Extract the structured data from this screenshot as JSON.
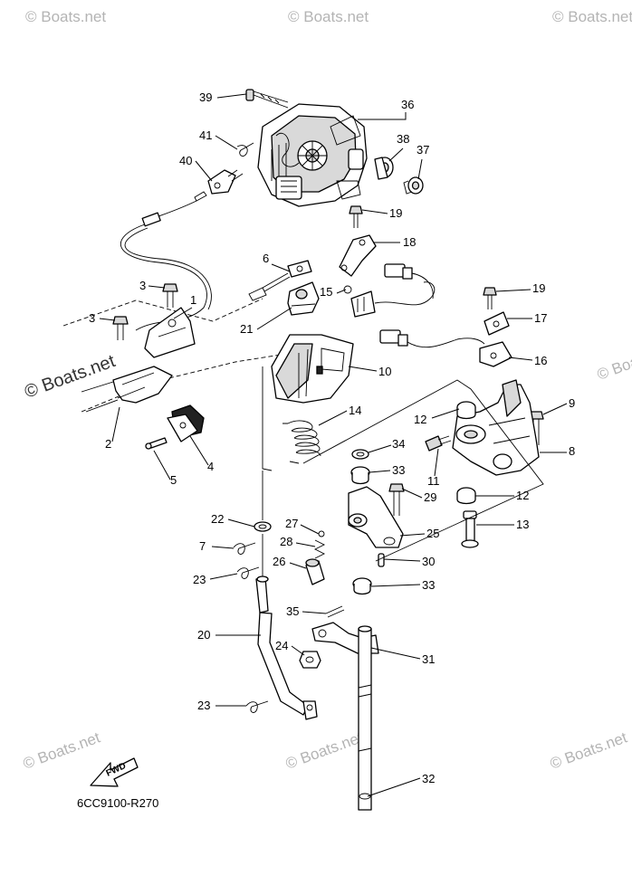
{
  "diagram": {
    "drawing_code": "6CC9100-R270",
    "fwd_label": "FWD",
    "watermarks": {
      "text": "© Boats.net",
      "center_text": "© Boats.net"
    },
    "callouts": [
      {
        "label": "39"
      },
      {
        "label": "36"
      },
      {
        "label": "41"
      },
      {
        "label": "38"
      },
      {
        "label": "37"
      },
      {
        "label": "40"
      },
      {
        "label": "19"
      },
      {
        "label": "18"
      },
      {
        "label": "6"
      },
      {
        "label": "3"
      },
      {
        "label": "1"
      },
      {
        "label": "15"
      },
      {
        "label": "19"
      },
      {
        "label": "3"
      },
      {
        "label": "21"
      },
      {
        "label": "17"
      },
      {
        "label": "16"
      },
      {
        "label": "10"
      },
      {
        "label": "9"
      },
      {
        "label": "14"
      },
      {
        "label": "12"
      },
      {
        "label": "2"
      },
      {
        "label": "4"
      },
      {
        "label": "34"
      },
      {
        "label": "8"
      },
      {
        "label": "5"
      },
      {
        "label": "33"
      },
      {
        "label": "11"
      },
      {
        "label": "29"
      },
      {
        "label": "12"
      },
      {
        "label": "22"
      },
      {
        "label": "27"
      },
      {
        "label": "13"
      },
      {
        "label": "25"
      },
      {
        "label": "7"
      },
      {
        "label": "28"
      },
      {
        "label": "30"
      },
      {
        "label": "26"
      },
      {
        "label": "23"
      },
      {
        "label": "33"
      },
      {
        "label": "35"
      },
      {
        "label": "20"
      },
      {
        "label": "24"
      },
      {
        "label": "31"
      },
      {
        "label": "23"
      },
      {
        "label": "32"
      }
    ]
  }
}
